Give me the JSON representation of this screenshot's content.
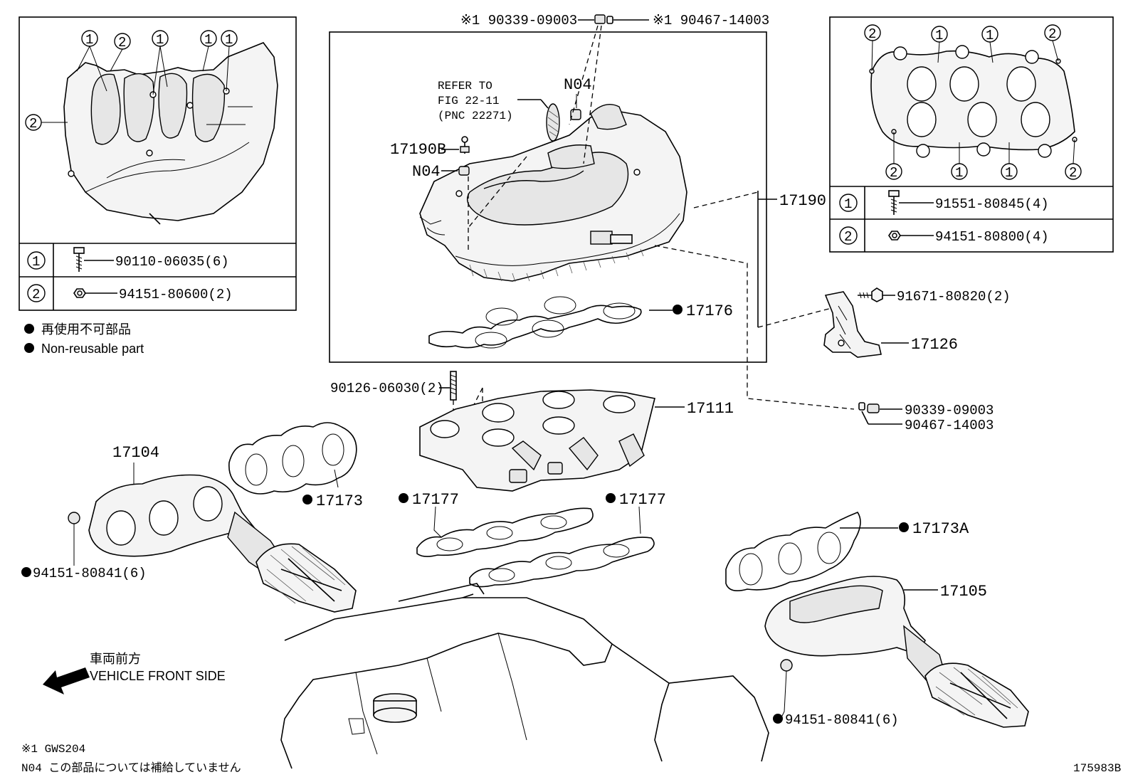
{
  "inset_left": {
    "callouts": [
      "1",
      "2",
      "1",
      "1",
      "1",
      "2"
    ],
    "legend": [
      {
        "num": "1",
        "part": "90110-06035(6)"
      },
      {
        "num": "2",
        "part": "94151-80600(2)"
      }
    ]
  },
  "inset_right": {
    "callouts": [
      "2",
      "1",
      "1",
      "2",
      "2",
      "1",
      "1",
      "2"
    ],
    "legend": [
      {
        "num": "1",
        "part": "91551-80845(4)"
      },
      {
        "num": "2",
        "part": "94151-80800(4)"
      }
    ]
  },
  "notes": {
    "nonreusable_jp": "再使用不可部品",
    "nonreusable_en": "Non-reusable part",
    "front_jp": "車両前方",
    "front_en": "VEHICLE FRONT SIDE",
    "footnote_1": "※1 GWS204",
    "footnote_n04": "N04  この部品については補給していません",
    "figure_id": "175983B"
  },
  "labels": {
    "top_left_part": "※1 90339-09003",
    "top_right_part": "※1 90467-14003",
    "refer_line1": "REFER TO",
    "refer_line2": "FIG 22-11",
    "refer_line3": "(PNC 22271)",
    "n04_a": "N04",
    "n04_b": "N04",
    "p17190b": "17190B",
    "p17190": "17190",
    "p17176": "17176",
    "p91671": "91671-80820(2)",
    "p17126": "17126",
    "p90126": "90126-06030(2)",
    "p17111": "17111",
    "p90339": "90339-09003",
    "p90467": "90467-14003",
    "p17104": "17104",
    "p17173": "17173",
    "p17177a": "17177",
    "p17177b": "17177",
    "p17173a": "17173A",
    "p17105": "17105",
    "p94151a": "94151-80841(6)",
    "p94151b": "94151-80841(6)"
  }
}
